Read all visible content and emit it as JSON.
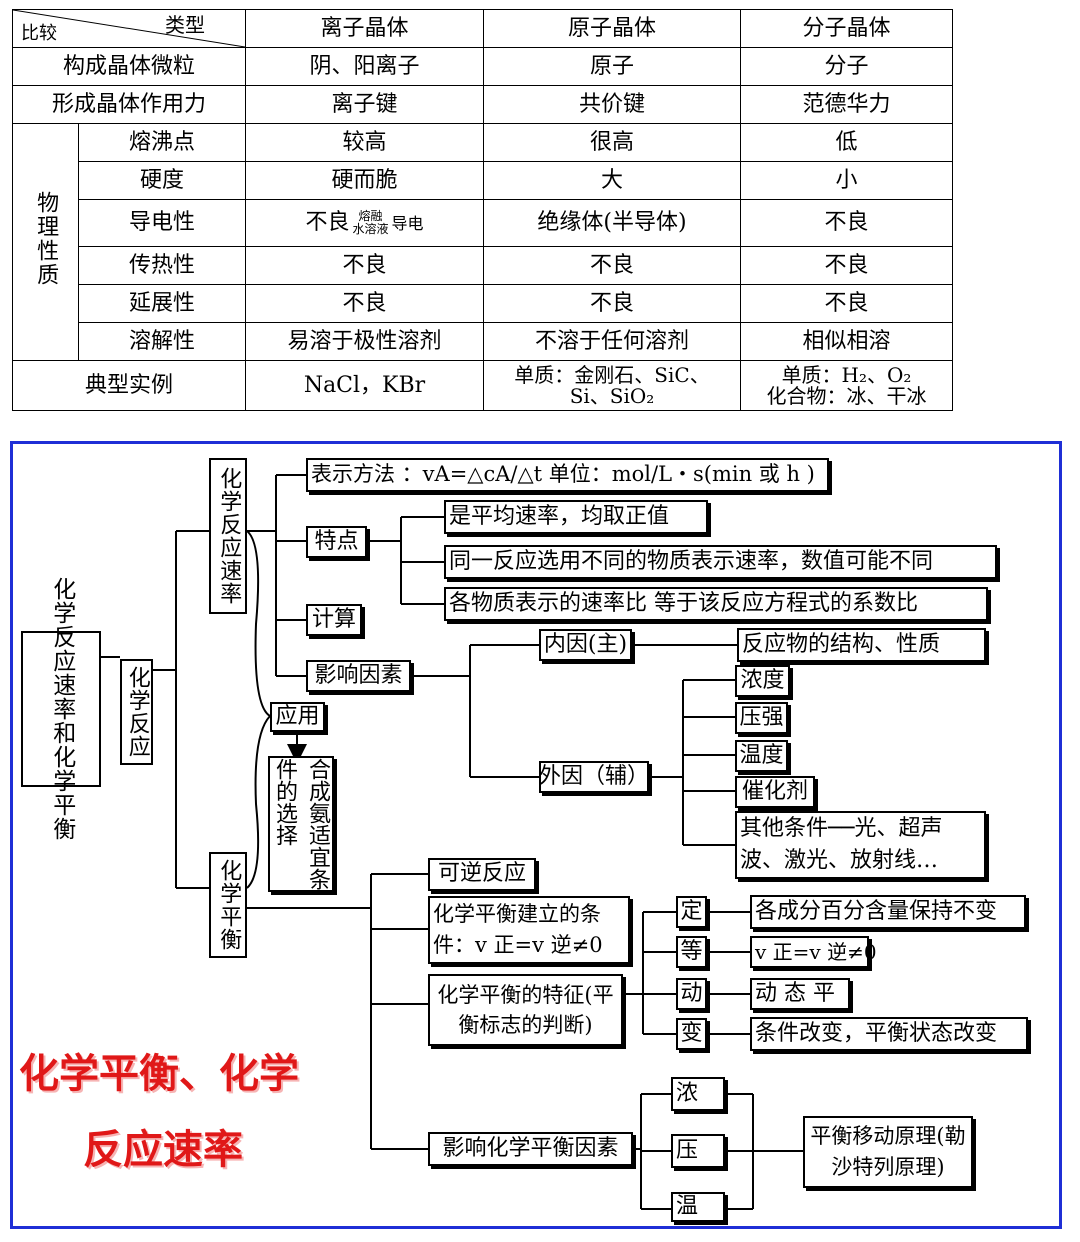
{
  "table": {
    "header_type": "类型",
    "header_compare": "比较",
    "col_ionic": "离子晶体",
    "col_atomic": "原子晶体",
    "col_molecular": "分子晶体",
    "rows": [
      {
        "label": "构成晶体微粒",
        "ionic": "阴、阳离子",
        "atomic": "原子",
        "molecular": "分子"
      },
      {
        "label": "形成晶体作用力",
        "ionic": "离子键",
        "atomic": "共价键",
        "molecular": "范德华力"
      }
    ],
    "physical_group": "物理性质",
    "physical_rows": [
      {
        "label": "熔沸点",
        "ionic": "较高",
        "atomic": "很高",
        "molecular": "低"
      },
      {
        "label": "硬度",
        "ionic": "硬而脆",
        "atomic": "大",
        "molecular": "小"
      },
      {
        "label": "导电性",
        "ionic_a": "不良",
        "ionic_top": "熔融",
        "ionic_bot": "水溶液",
        "ionic_b": "导电",
        "atomic": "绝缘体(半导体)",
        "molecular": "不良"
      },
      {
        "label": "传热性",
        "ionic": "不良",
        "atomic": "不良",
        "molecular": "不良"
      },
      {
        "label": "延展性",
        "ionic": "不良",
        "atomic": "不良",
        "molecular": "不良"
      },
      {
        "label": "溶解性",
        "ionic": "易溶于极性溶剂",
        "atomic": "不溶于任何溶剂",
        "molecular": "相似相溶"
      }
    ],
    "example": {
      "label": "典型实例",
      "ionic": "NaCl，KBr",
      "atomic_1": "单质：金刚石、SiC、",
      "atomic_2": "Si、SiO₂",
      "molecular_1": "单质：H₂、O₂",
      "molecular_2": "化合物：冰、干冰"
    }
  },
  "mindmap": {
    "root": "化学反应速率和化学平衡",
    "reaction": "化学反应",
    "rate": "化学反应速率",
    "rate_expr": "表示方法 ：vA=△cA/△t 单位：mol/L・s(min 或 h )",
    "features": "特点",
    "feature_1": "是平均速率，均取正值",
    "feature_2": "同一反应选用不同的物质表示速率，数值可能不同",
    "feature_3": "各物质表示的速率比 等于该反应方程式的系数比",
    "calc": "计算",
    "factors": "影响因素",
    "internal": "内因(主)",
    "internal_detail": "反应物的结构、性质",
    "external": "外因（辅）",
    "ext_1": "浓度",
    "ext_2": "压强",
    "ext_3": "温度",
    "ext_4": "催化剂",
    "ext_5": "其他条件──光、超声波、激光、放射线…",
    "application": "应用",
    "ammonia": "合成氨适宜条件的选择",
    "equilibrium": "化学平衡",
    "reversible": "可逆反应",
    "eq_condition": "化学平衡建立的条件：v 正=v 逆≠0",
    "eq_feature": "化学平衡的特征(平衡标志的判断)",
    "f_ding": "定",
    "f_deng": "等",
    "f_dong": "动",
    "f_bian": "变",
    "f_ding_detail": "各成分百分含量保持不变",
    "f_deng_detail": "v 正=v 逆≠0",
    "f_dong_detail": "动 态 平",
    "f_bian_detail": "条件改变，平衡状态改变",
    "eq_factors": "影响化学平衡因素",
    "c_nong": "浓",
    "c_ya": "压",
    "c_wen": "温",
    "principle": "平衡移动原理(勒沙特列原理)",
    "big_title_1": "化学平衡、化学",
    "big_title_2": "反应速率"
  },
  "colors": {
    "frame": "#1f2fd6",
    "title": "#e01818"
  }
}
